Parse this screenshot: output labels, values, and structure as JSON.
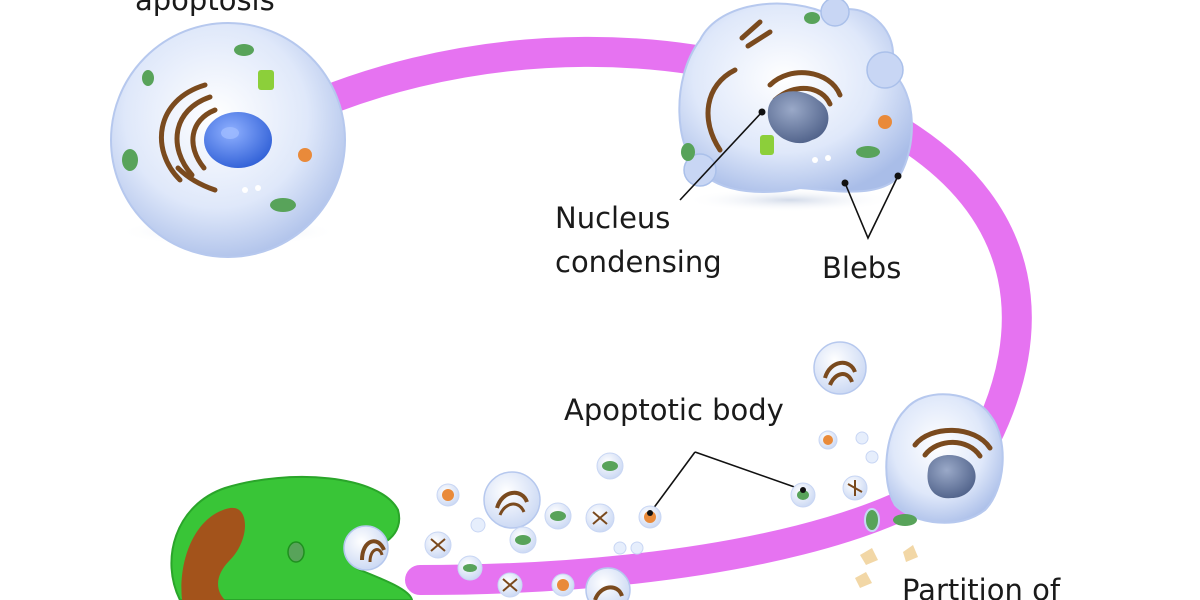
{
  "labels": {
    "title_partial": "apoptosis",
    "nucleus_condensing_line1": "Nucleus",
    "nucleus_condensing_line2": "condensing",
    "blebs": "Blebs",
    "apoptotic_body": "Apoptotic body",
    "partition_partial": "Partition of"
  },
  "colors": {
    "pathway": "#e56bf0",
    "cell_body": "#d6e3f8",
    "cell_edge": "#aec2ea",
    "nucleus": "#3f6fe0",
    "condensed_nucleus": "#5a6f96",
    "golgi": "#7a4a1e",
    "mitochondria": "#58a35a",
    "vesicle": "#e98a3a",
    "phagocyte": "#39c537",
    "phagocyte_nucleus": "#a3531b",
    "callout_line": "#111111"
  }
}
